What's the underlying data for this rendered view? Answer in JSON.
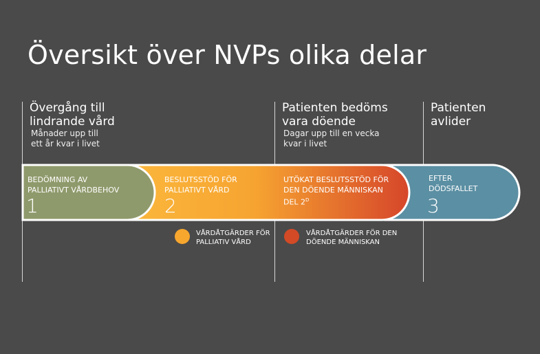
{
  "title": "Översikt över NVPs olika delar",
  "milestones": [
    {
      "heading": [
        "Övergång till",
        "lindrande vård"
      ],
      "sub": [
        "Månader upp till",
        "ett år kvar i livet"
      ]
    },
    {
      "heading": [
        "Patienten bedöms",
        "vara döende"
      ],
      "sub": [
        "Dagar upp till en vecka",
        "kvar i livet"
      ]
    },
    {
      "heading": [
        "Patienten",
        "avlider"
      ],
      "sub": []
    }
  ],
  "segments": [
    {
      "label": [
        "BEDÖMNING AV",
        "PALLIATIVT VÅRDBEHOV"
      ],
      "number": "1",
      "color": "#8f9a6c"
    },
    {
      "label": [
        "BESLUTSSTÖD FÖR",
        "PALLIATIVT VÅRD"
      ],
      "number": "2",
      "color": "#f7a72e"
    },
    {
      "label": [
        "UTÖKAT BESLUTSSTÖD FÖR",
        "DEN DÖENDE MÄNNISKAN",
        "DEL 2"
      ],
      "superscript": "D",
      "number": "",
      "color": "#d9512a"
    },
    {
      "label": [
        "EFTER",
        "DÖDSFALLET"
      ],
      "number": "3",
      "color": "#5b8fa3"
    }
  ],
  "legend": [
    {
      "text": [
        "VÅRDÅTGÄRDER FÖR",
        "PALLIATIV VÅRD"
      ],
      "color": "#f7a72e"
    },
    {
      "text": [
        "VÅRDÅTGÄRDER FÖR DEN",
        "DÖENDE MÄNNISKAN"
      ],
      "color": "#d34a26"
    }
  ]
}
